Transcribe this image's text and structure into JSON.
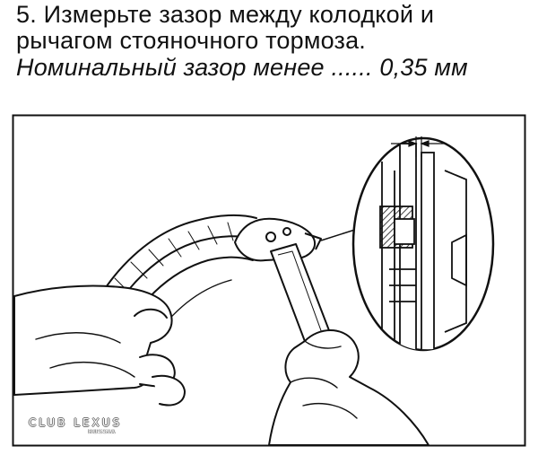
{
  "step": {
    "line1": "5. Измерьте зазор между колодкой и",
    "line2": "рычагом стояночного тормоза.",
    "spec": "Номинальный зазор менее ...... 0,35 мм"
  },
  "watermark": {
    "main": "CLUB LEXUS",
    "sub": "RUSSIA"
  },
  "colors": {
    "ink": "#111111",
    "background": "#ffffff"
  }
}
